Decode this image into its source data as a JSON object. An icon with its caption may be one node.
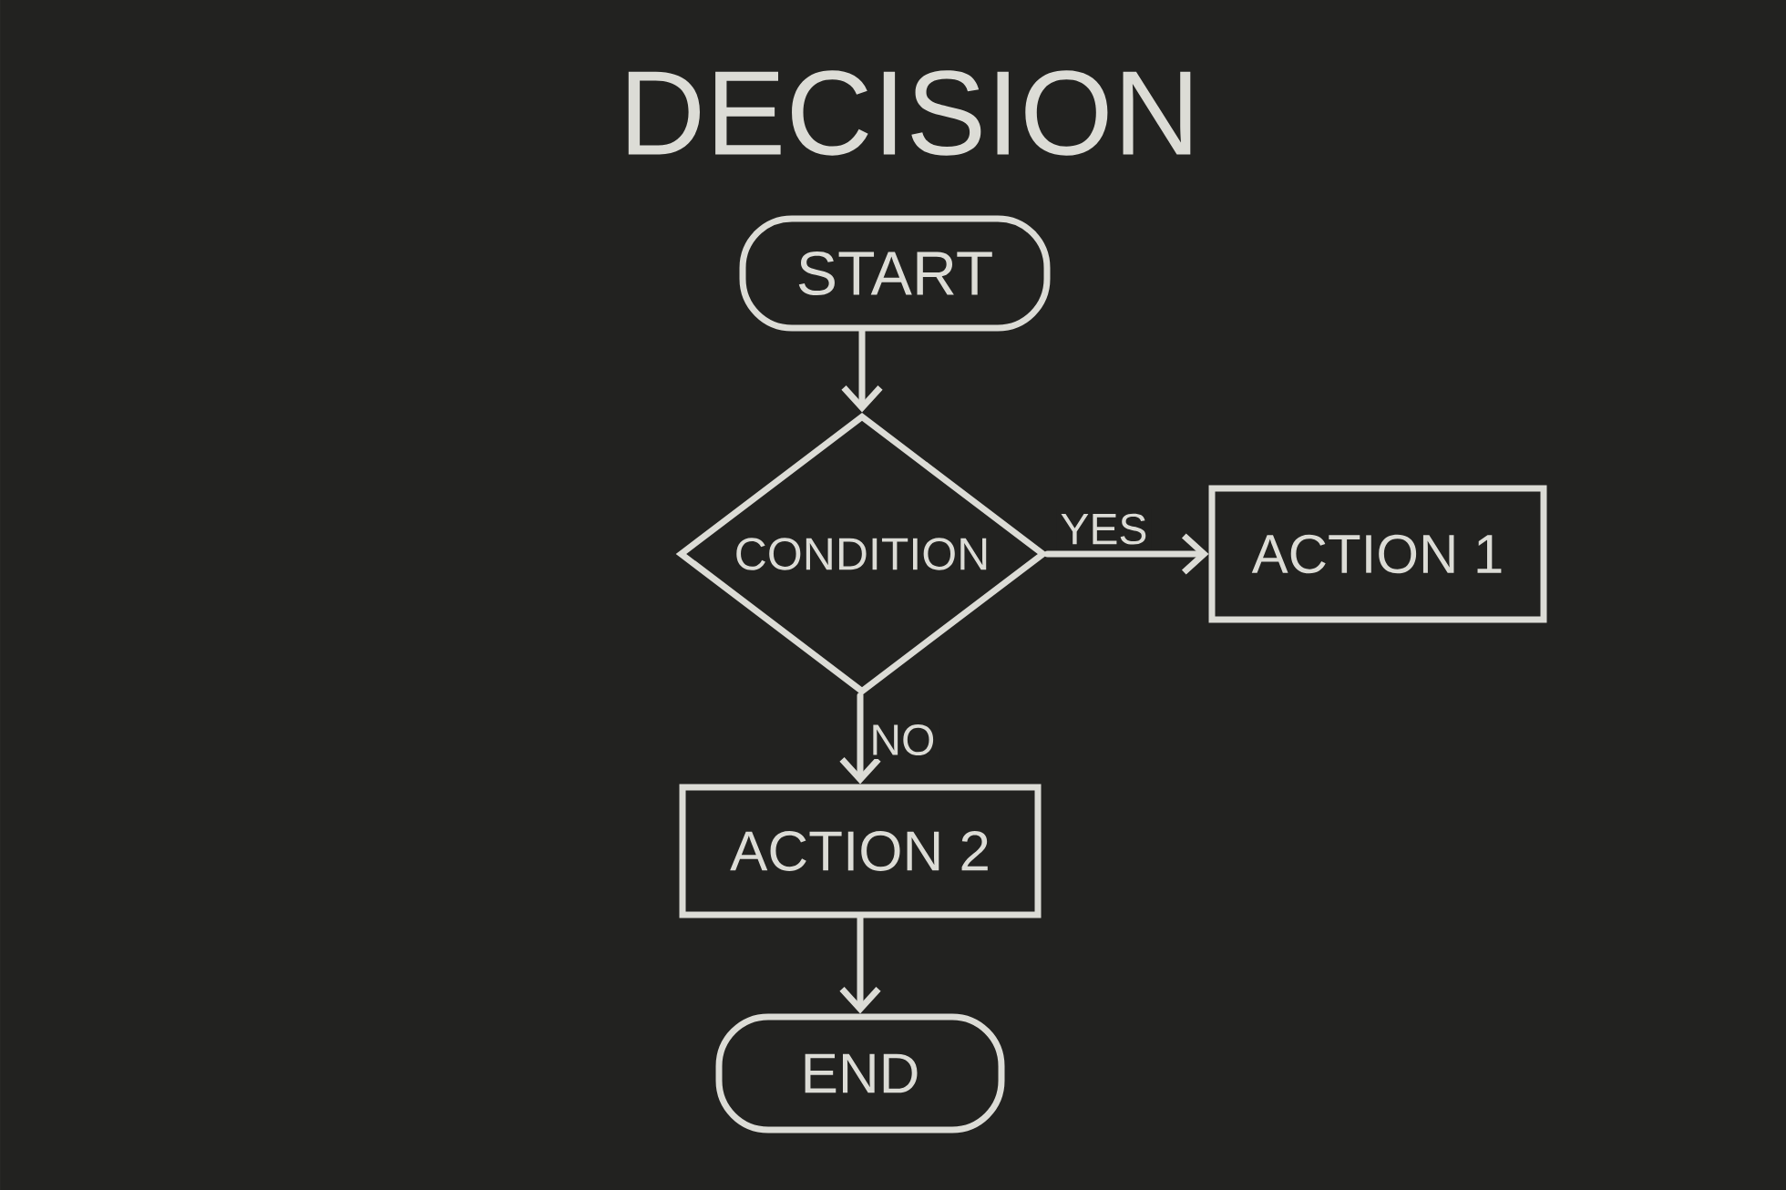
{
  "diagram": {
    "title": "DECISION",
    "nodes": [
      {
        "text": [
          "START"
        ]
      },
      {
        "text": [
          "CONDITION"
        ]
      },
      {
        "text": [
          "ACTION 1"
        ]
      },
      {
        "text": [
          "ACTION 2"
        ]
      },
      {
        "text": [
          "END"
        ]
      }
    ],
    "edges": [
      {
        "from": 0,
        "to": 1,
        "arrow": "to"
      },
      {
        "from": 1,
        "to": 2,
        "arrow": "to",
        "label": "YES"
      },
      {
        "from": 1,
        "to": 3,
        "arrow": "to",
        "label": "NO"
      },
      {
        "from": 3,
        "to": 4,
        "arrow": "to"
      }
    ]
  }
}
